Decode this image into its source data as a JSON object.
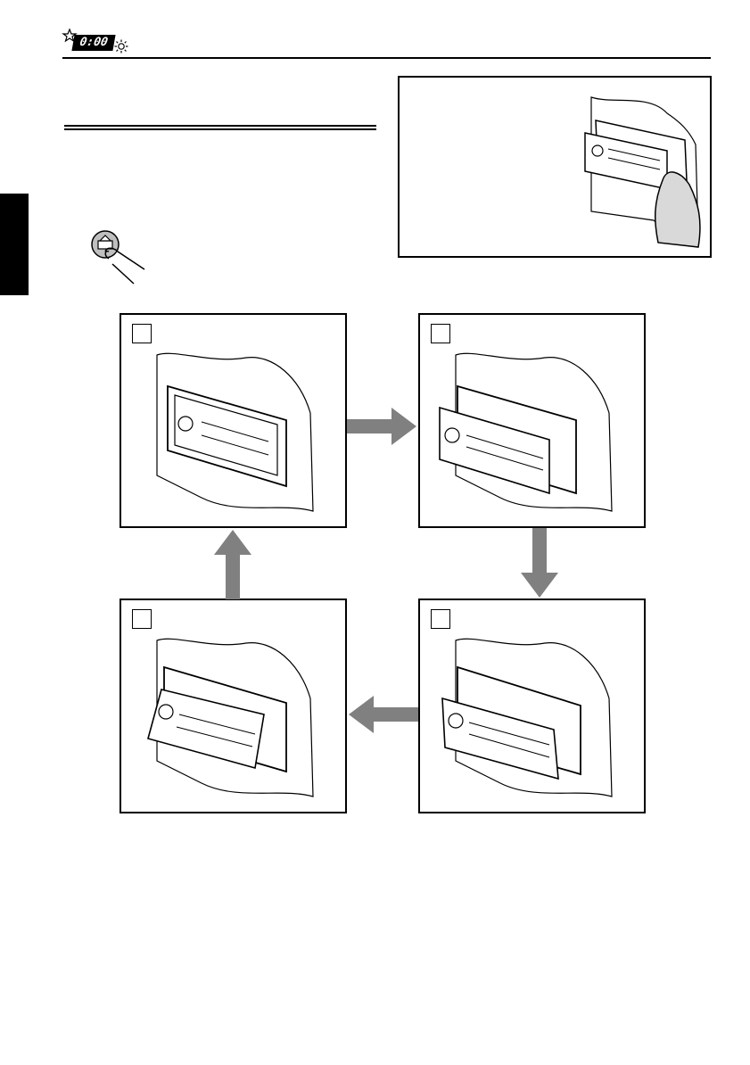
{
  "header": {
    "clock_display": "0:00",
    "icons": [
      "star-icon",
      "sun-icon"
    ]
  },
  "colors": {
    "ink": "#000000",
    "arrow_gray": "#808080",
    "hand_fill": "#d9d9d9"
  },
  "illustrations": {
    "button_press": "finger-pressing-release-button",
    "inset": "hand-removing-control-panel",
    "steps": [
      {
        "state": "panel-closed"
      },
      {
        "state": "panel-detached-slightly"
      },
      {
        "state": "panel-opened"
      },
      {
        "state": "panel-tilted-down"
      }
    ]
  }
}
